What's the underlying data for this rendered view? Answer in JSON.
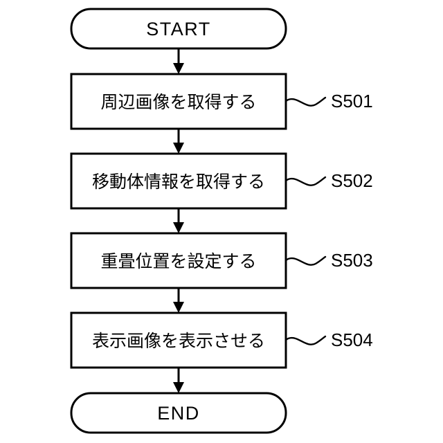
{
  "diagram": {
    "type": "flowchart",
    "orientation": "vertical",
    "background_color": "#ffffff",
    "line_color": "#000000",
    "nodes": [
      {
        "id": "start",
        "shape": "terminator",
        "label": "START"
      },
      {
        "id": "s501",
        "shape": "process",
        "label": "周辺画像を取得する",
        "step": "S501"
      },
      {
        "id": "s502",
        "shape": "process",
        "label": "移動体情報を取得する",
        "step": "S502"
      },
      {
        "id": "s503",
        "shape": "process",
        "label": "重畳位置を設定する",
        "step": "S503"
      },
      {
        "id": "s504",
        "shape": "process",
        "label": "表示画像を表示させる",
        "step": "S504"
      },
      {
        "id": "end",
        "shape": "terminator",
        "label": "END"
      }
    ]
  }
}
